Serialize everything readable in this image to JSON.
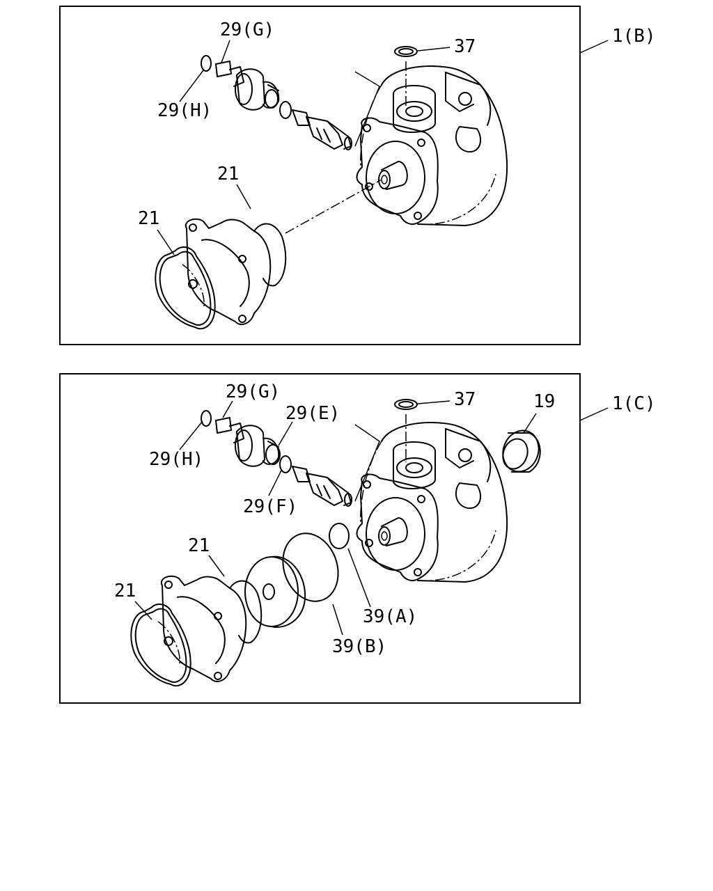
{
  "panels": [
    {
      "assembly_label": "1(B)",
      "labels": {
        "oring_g": "29(G)",
        "oring_h": "29(H)",
        "oring_37": "37",
        "gasket_outer": "21",
        "gasket_inner": "21"
      }
    },
    {
      "assembly_label": "1(C)",
      "labels": {
        "oring_g": "29(G)",
        "oring_h": "29(H)",
        "oring_e": "29(E)",
        "oring_f": "29(F)",
        "oring_37": "37",
        "seal_19": "19",
        "gasket_outer": "21",
        "gasket_inner": "21",
        "oring_39a": "39(A)",
        "oring_39b": "39(B)"
      }
    }
  ]
}
